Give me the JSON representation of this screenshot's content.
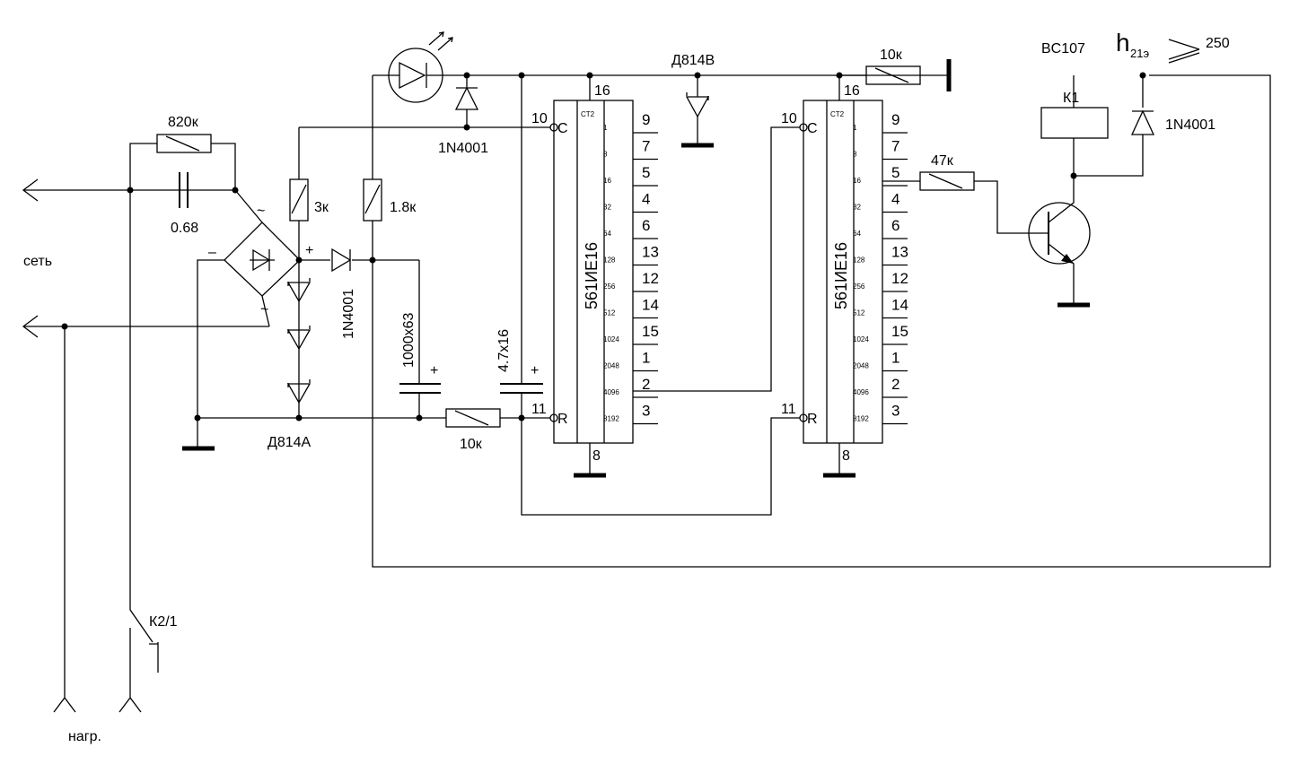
{
  "labels": {
    "mains": "сеть",
    "load": "нагр.",
    "relay_contact": "К2/1",
    "relay": "К1",
    "transistor": "BC107",
    "gain": "250",
    "h_main": "h",
    "h_sub": "21э"
  },
  "components": {
    "r_820k": "820к",
    "c_068": "0.68",
    "r_3k": "3к",
    "r_18k": "1.8к",
    "d_1n4001_top": "1N4001",
    "d_1n4001_mid": "1N4001",
    "d_1n4001_relay": "1N4001",
    "c_1000": "1000x63",
    "c_47": "4.7x16",
    "r_10k_bottom": "10к",
    "r_10k_top": "10к",
    "r_47k": "47к",
    "zener_a": "Д814А",
    "zener_v": "Д814В"
  },
  "chip": {
    "name": "561ИЕ16",
    "type": "CT2",
    "pin_c": "C",
    "pin_r": "R",
    "pin_c_num": "10",
    "pin_r_num": "11",
    "pin_vdd": "16",
    "pin_gnd": "8",
    "outputs": [
      {
        "weight": "1",
        "pin": "9"
      },
      {
        "weight": "8",
        "pin": "7"
      },
      {
        "weight": "16",
        "pin": "5"
      },
      {
        "weight": "32",
        "pin": "4"
      },
      {
        "weight": "64",
        "pin": "6"
      },
      {
        "weight": "128",
        "pin": "13"
      },
      {
        "weight": "256",
        "pin": "12"
      },
      {
        "weight": "512",
        "pin": "14"
      },
      {
        "weight": "1024",
        "pin": "15"
      },
      {
        "weight": "2048",
        "pin": "1"
      },
      {
        "weight": "4096",
        "pin": "2"
      },
      {
        "weight": "8192",
        "pin": "3"
      }
    ]
  },
  "bridge": {
    "ac1": "~",
    "ac2": "~",
    "plus": "+",
    "minus": "–"
  },
  "polarity": {
    "c1000_plus": "+",
    "c47_plus": "+"
  }
}
